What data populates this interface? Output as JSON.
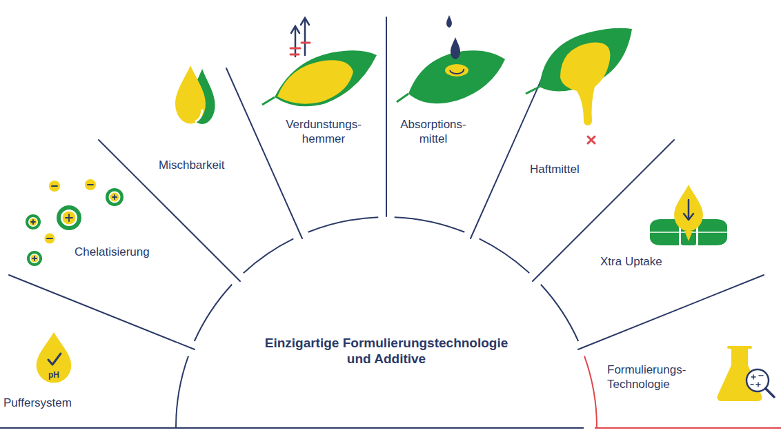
{
  "diagram": {
    "title": "Einzigartige Formulierungstechnologie und Additive",
    "labels": [
      "pH",
      "Puffersystem",
      "Chelatisierung",
      "Mischbarkeit",
      "Verdunstungs- hemmer",
      "Absorptions- mittel",
      "Haftmittel",
      "Xtra Uptake",
      "Formulierungs- Technologie"
    ]
  }
}
